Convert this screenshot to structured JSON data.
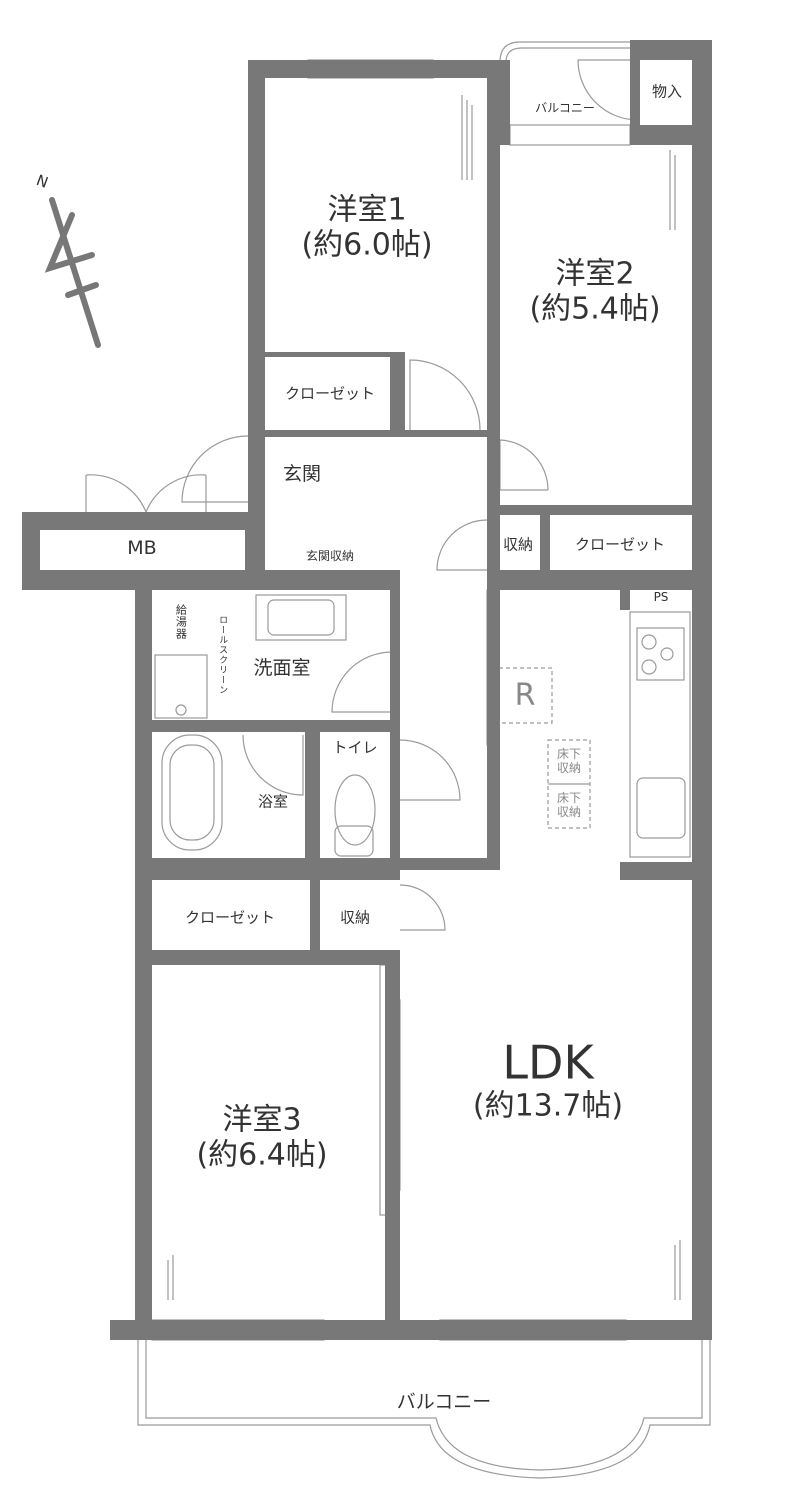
{
  "colors": {
    "wall": "#787878",
    "line": "#9a9a9a",
    "text": "#333333"
  },
  "compass": {
    "north_label": "N",
    "icon": "north-arrow-icon"
  },
  "rooms": {
    "western1": {
      "name": "洋室1",
      "size": "(約6.0帖)"
    },
    "western2": {
      "name": "洋室2",
      "size": "(約5.4帖)"
    },
    "western3": {
      "name": "洋室3",
      "size": "(約6.4帖)"
    },
    "ldk": {
      "name": "LDK",
      "size": "(約13.7帖)"
    },
    "closet1": "クローゼット",
    "closet2": "クローゼット",
    "closet3": "クローゼット",
    "entrance": "玄関",
    "entrance_storage": "玄関収納",
    "storage_hall": "収納",
    "storage_r2": "収納",
    "storage_top": "物入",
    "balcony_small": "バルコニー",
    "balcony_main": "バルコニー",
    "mb": "MB",
    "washroom": "洗面室",
    "water_heater": "給湯器",
    "roll_screen": "ロールスクリーン",
    "bathroom": "浴室",
    "toilet": "トイレ",
    "ps": "PS",
    "fridge": "R",
    "underfloor1": "床下収納",
    "underfloor2": "床下収納"
  }
}
